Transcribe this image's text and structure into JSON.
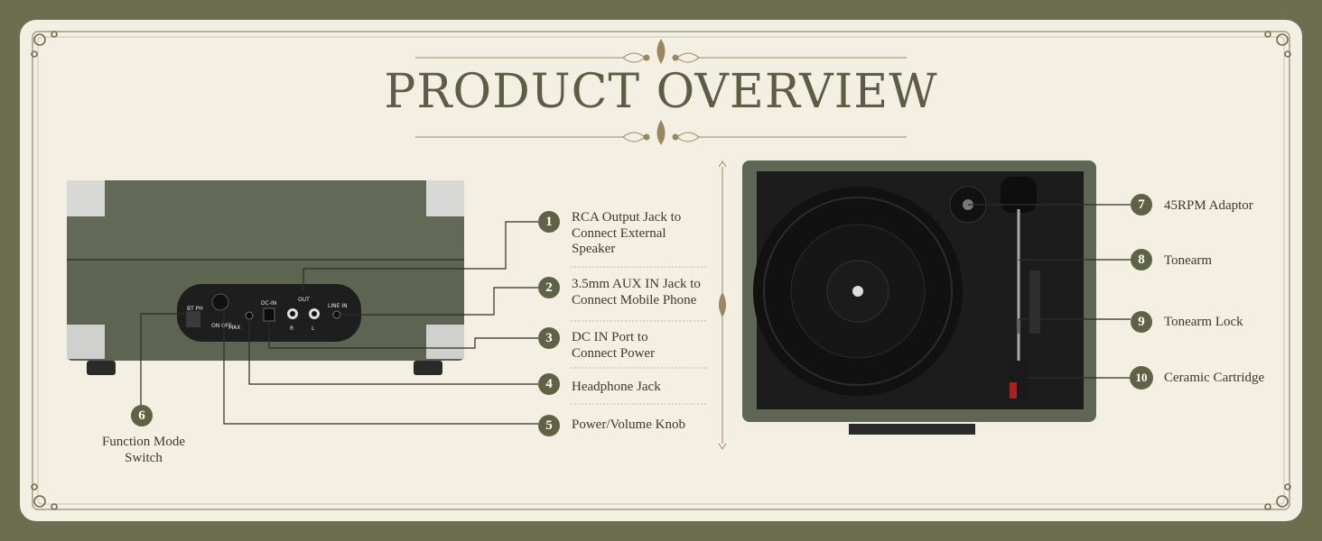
{
  "title": "PRODUCT OVERVIEW",
  "callouts": [
    {
      "num": "1",
      "text": "RCA Output Jack to\nConnect External\nSpeaker"
    },
    {
      "num": "2",
      "text": "3.5mm AUX IN Jack to\nConnect Mobile Phone"
    },
    {
      "num": "3",
      "text": "DC IN Port to\nConnect Power"
    },
    {
      "num": "4",
      "text": "Headphone Jack"
    },
    {
      "num": "5",
      "text": "Power/Volume Knob"
    },
    {
      "num": "6",
      "text": "Function Mode\nSwitch"
    },
    {
      "num": "7",
      "text": "45RPM Adaptor"
    },
    {
      "num": "8",
      "text": "Tonearm"
    },
    {
      "num": "9",
      "text": "Tonearm Lock"
    },
    {
      "num": "10",
      "text": "Ceramic Cartridge"
    }
  ],
  "panel_labels": {
    "bt_ph": "BT PH",
    "on_off": "ON\nOFF",
    "max": "MAX",
    "dc_in": "DC-IN",
    "out": "OUT",
    "r": "R",
    "l": "L",
    "line_in": "LINE IN"
  },
  "colors": {
    "accent": "#5f6245",
    "background": "#f4efe3",
    "border": "#6b6e4f"
  }
}
